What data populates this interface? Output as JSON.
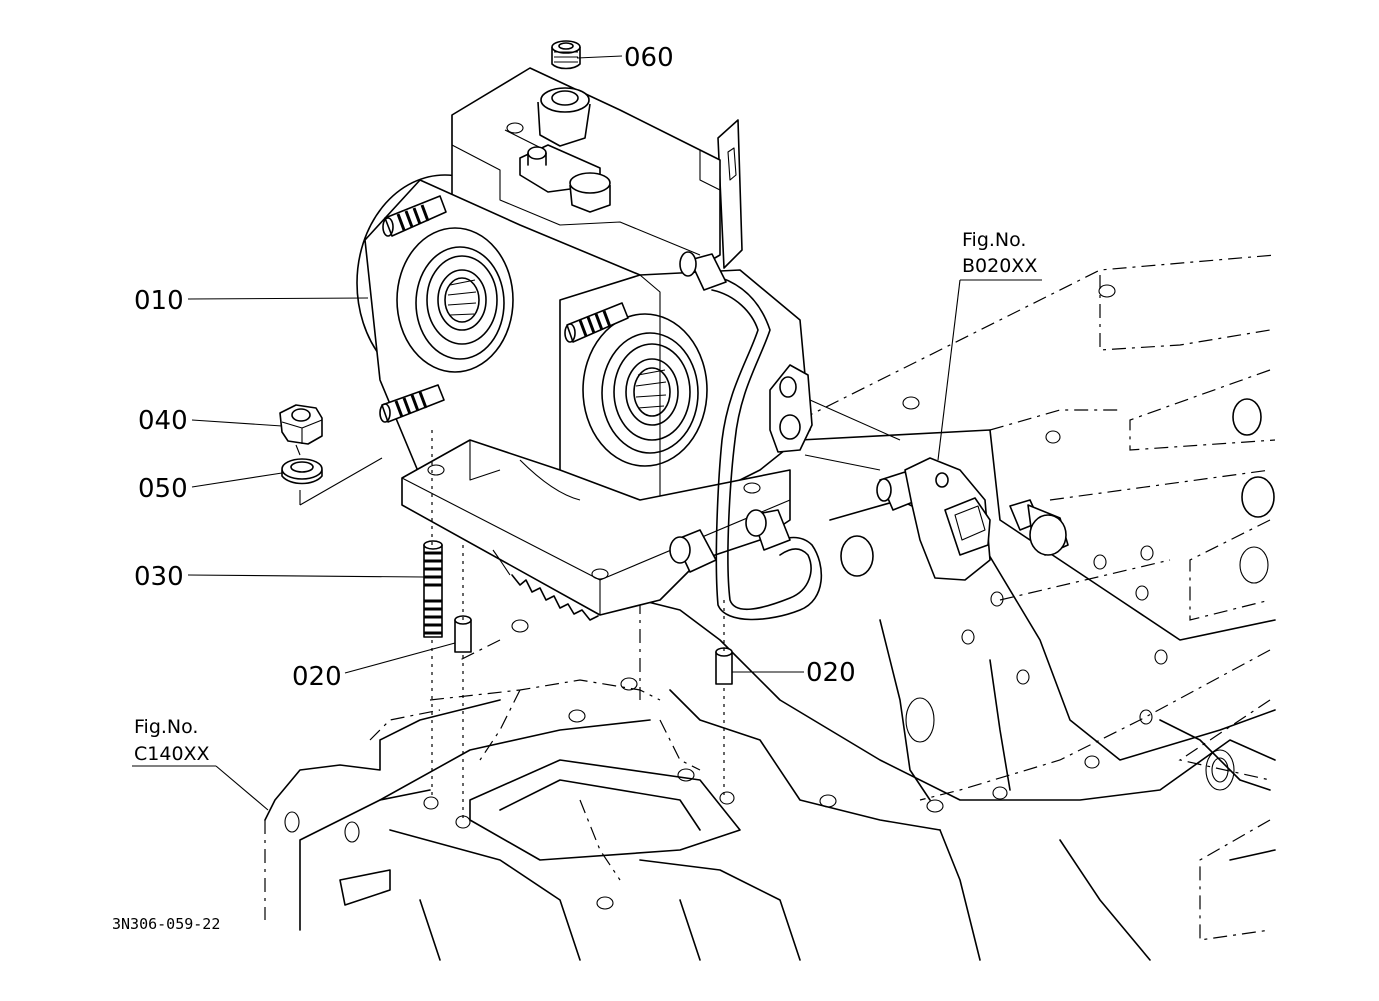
{
  "diagram": {
    "drawing_code": "3N306-059-22",
    "part_labels": [
      {
        "id": "p060",
        "text": "060"
      },
      {
        "id": "p010",
        "text": "010"
      },
      {
        "id": "p040",
        "text": "040"
      },
      {
        "id": "p050",
        "text": "050"
      },
      {
        "id": "p030",
        "text": "030"
      },
      {
        "id": "p020a",
        "text": "020"
      },
      {
        "id": "p020b",
        "text": "020"
      }
    ],
    "figure_refs": [
      {
        "id": "ref-b",
        "line1": "Fig.No.",
        "line2": "B020XX"
      },
      {
        "id": "ref-c",
        "line1": "Fig.No.",
        "line2": "C140XX"
      }
    ]
  }
}
